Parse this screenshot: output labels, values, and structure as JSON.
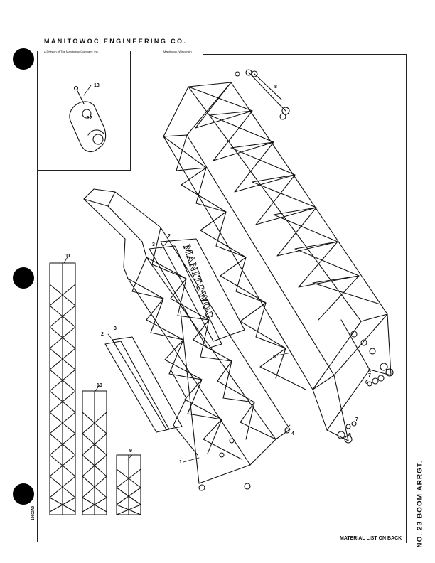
{
  "header": {
    "company": "MANITOWOC ENGINEERING CO.",
    "division": "A Division of The Manitowoc Company, Inc.",
    "location": "Manitowoc, Wisconsin"
  },
  "footer": {
    "material_list": "MATERIAL LIST ON BACK",
    "sheet_title": "NO. 23 BOOM ARRGT.",
    "form_number": "10602A9"
  },
  "sign_text": "MANITOWOC",
  "callouts": [
    "1",
    "2",
    "3",
    "4",
    "5",
    "6",
    "7",
    "8",
    "9",
    "10",
    "11",
    "12",
    "13"
  ],
  "colors": {
    "ink": "#111111",
    "paper": "#ffffff"
  }
}
